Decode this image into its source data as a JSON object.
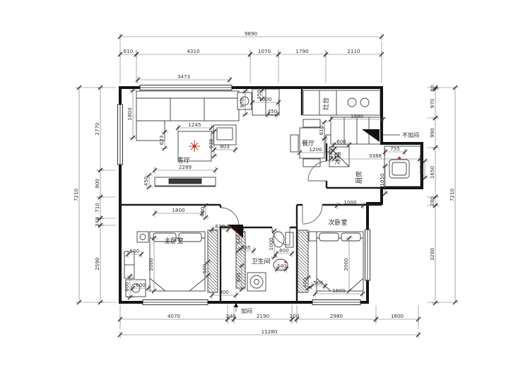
{
  "document": {
    "type": "apartment floor plan drawing"
  },
  "colors": {
    "wall": "#141414",
    "line": "#3c3c3c",
    "dim": "#3f3f3f",
    "accent_red": "#c0392b"
  },
  "rooms": {
    "living": "客厅",
    "dining": "餐厅",
    "kitchen": "厨房",
    "stove": "灶台",
    "fridge": "冰箱",
    "master_bedroom": "主卧室",
    "bathroom": "卫生间",
    "second_bedroom": "次卧室"
  },
  "notes": {
    "no_seal": "不加闷",
    "seal": "加闷"
  },
  "dims": {
    "top_outer": "9890",
    "top": [
      "610",
      "4310",
      "1070",
      "1790",
      "2110"
    ],
    "bottom": [
      "4070",
      "240",
      "2190",
      "200",
      "2980",
      "1600"
    ],
    "bottom_outer": "11280",
    "left": [
      "2770",
      "900",
      "710",
      "240",
      "2590"
    ],
    "left_outer": "7210",
    "right": [
      "60",
      "970",
      "990",
      "1650",
      "280",
      "3280"
    ],
    "right_outer": "7210",
    "living": [
      "3473",
      "1803",
      "1245",
      "623",
      "938",
      "803",
      "878",
      "1000",
      "350",
      "350",
      "2289",
      "450",
      "1800",
      "450"
    ],
    "kitchen": [
      "1990",
      "610",
      "600",
      "1200",
      "370",
      "3388",
      "755",
      "642",
      "1050"
    ],
    "bath": [
      "1000",
      "620",
      "640",
      "585",
      "1000",
      "600",
      "340",
      "900",
      "900"
    ],
    "master": [
      "500",
      "2000",
      "500",
      "800",
      "600"
    ],
    "second": [
      "400",
      "500",
      "2000",
      "1800"
    ]
  }
}
